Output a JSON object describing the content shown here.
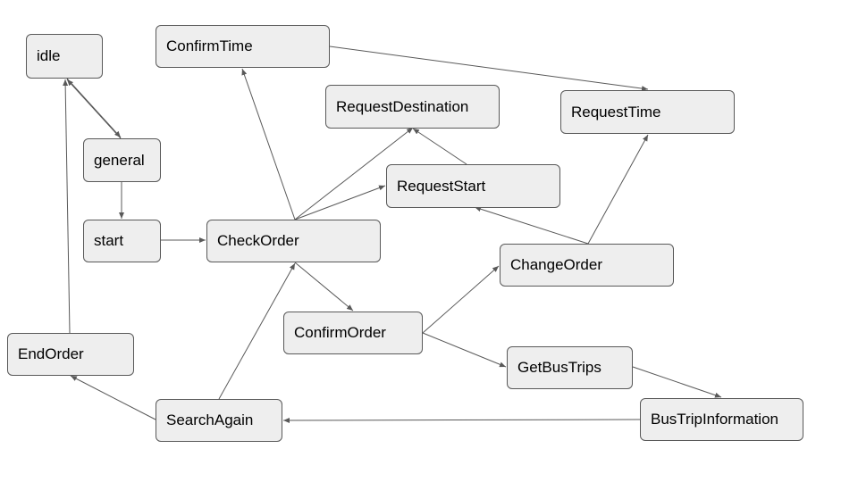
{
  "colors": {
    "node_fill": "#eeeeee",
    "node_border": "#595959",
    "edge": "#595959",
    "text": "#000000"
  },
  "nodes": [
    {
      "id": "idle",
      "label": "idle"
    },
    {
      "id": "general",
      "label": "general"
    },
    {
      "id": "start",
      "label": "start"
    },
    {
      "id": "end-order",
      "label": "EndOrder"
    },
    {
      "id": "confirm-time",
      "label": "ConfirmTime"
    },
    {
      "id": "check-order",
      "label": "CheckOrder"
    },
    {
      "id": "request-destination",
      "label": "RequestDestination"
    },
    {
      "id": "request-start",
      "label": "RequestStart"
    },
    {
      "id": "request-time",
      "label": "RequestTime"
    },
    {
      "id": "change-order",
      "label": "ChangeOrder"
    },
    {
      "id": "confirm-order",
      "label": "ConfirmOrder"
    },
    {
      "id": "get-bus-trips",
      "label": "GetBusTrips"
    },
    {
      "id": "bus-trip-information",
      "label": "BusTripInformation"
    },
    {
      "id": "search-again",
      "label": "SearchAgain"
    }
  ],
  "edges": [
    {
      "from": "idle",
      "to": "general"
    },
    {
      "from": "general",
      "to": "idle"
    },
    {
      "from": "general",
      "to": "start"
    },
    {
      "from": "start",
      "to": "check-order"
    },
    {
      "from": "check-order",
      "to": "confirm-time"
    },
    {
      "from": "check-order",
      "to": "request-destination"
    },
    {
      "from": "check-order",
      "to": "request-start"
    },
    {
      "from": "check-order",
      "to": "confirm-order"
    },
    {
      "from": "confirm-time",
      "to": "request-time"
    },
    {
      "from": "request-start",
      "to": "request-destination"
    },
    {
      "from": "change-order",
      "to": "request-start"
    },
    {
      "from": "change-order",
      "to": "request-time"
    },
    {
      "from": "confirm-order",
      "to": "change-order"
    },
    {
      "from": "confirm-order",
      "to": "get-bus-trips"
    },
    {
      "from": "get-bus-trips",
      "to": "bus-trip-information"
    },
    {
      "from": "bus-trip-information",
      "to": "search-again"
    },
    {
      "from": "search-again",
      "to": "check-order"
    },
    {
      "from": "search-again",
      "to": "end-order"
    },
    {
      "from": "end-order",
      "to": "idle"
    }
  ]
}
